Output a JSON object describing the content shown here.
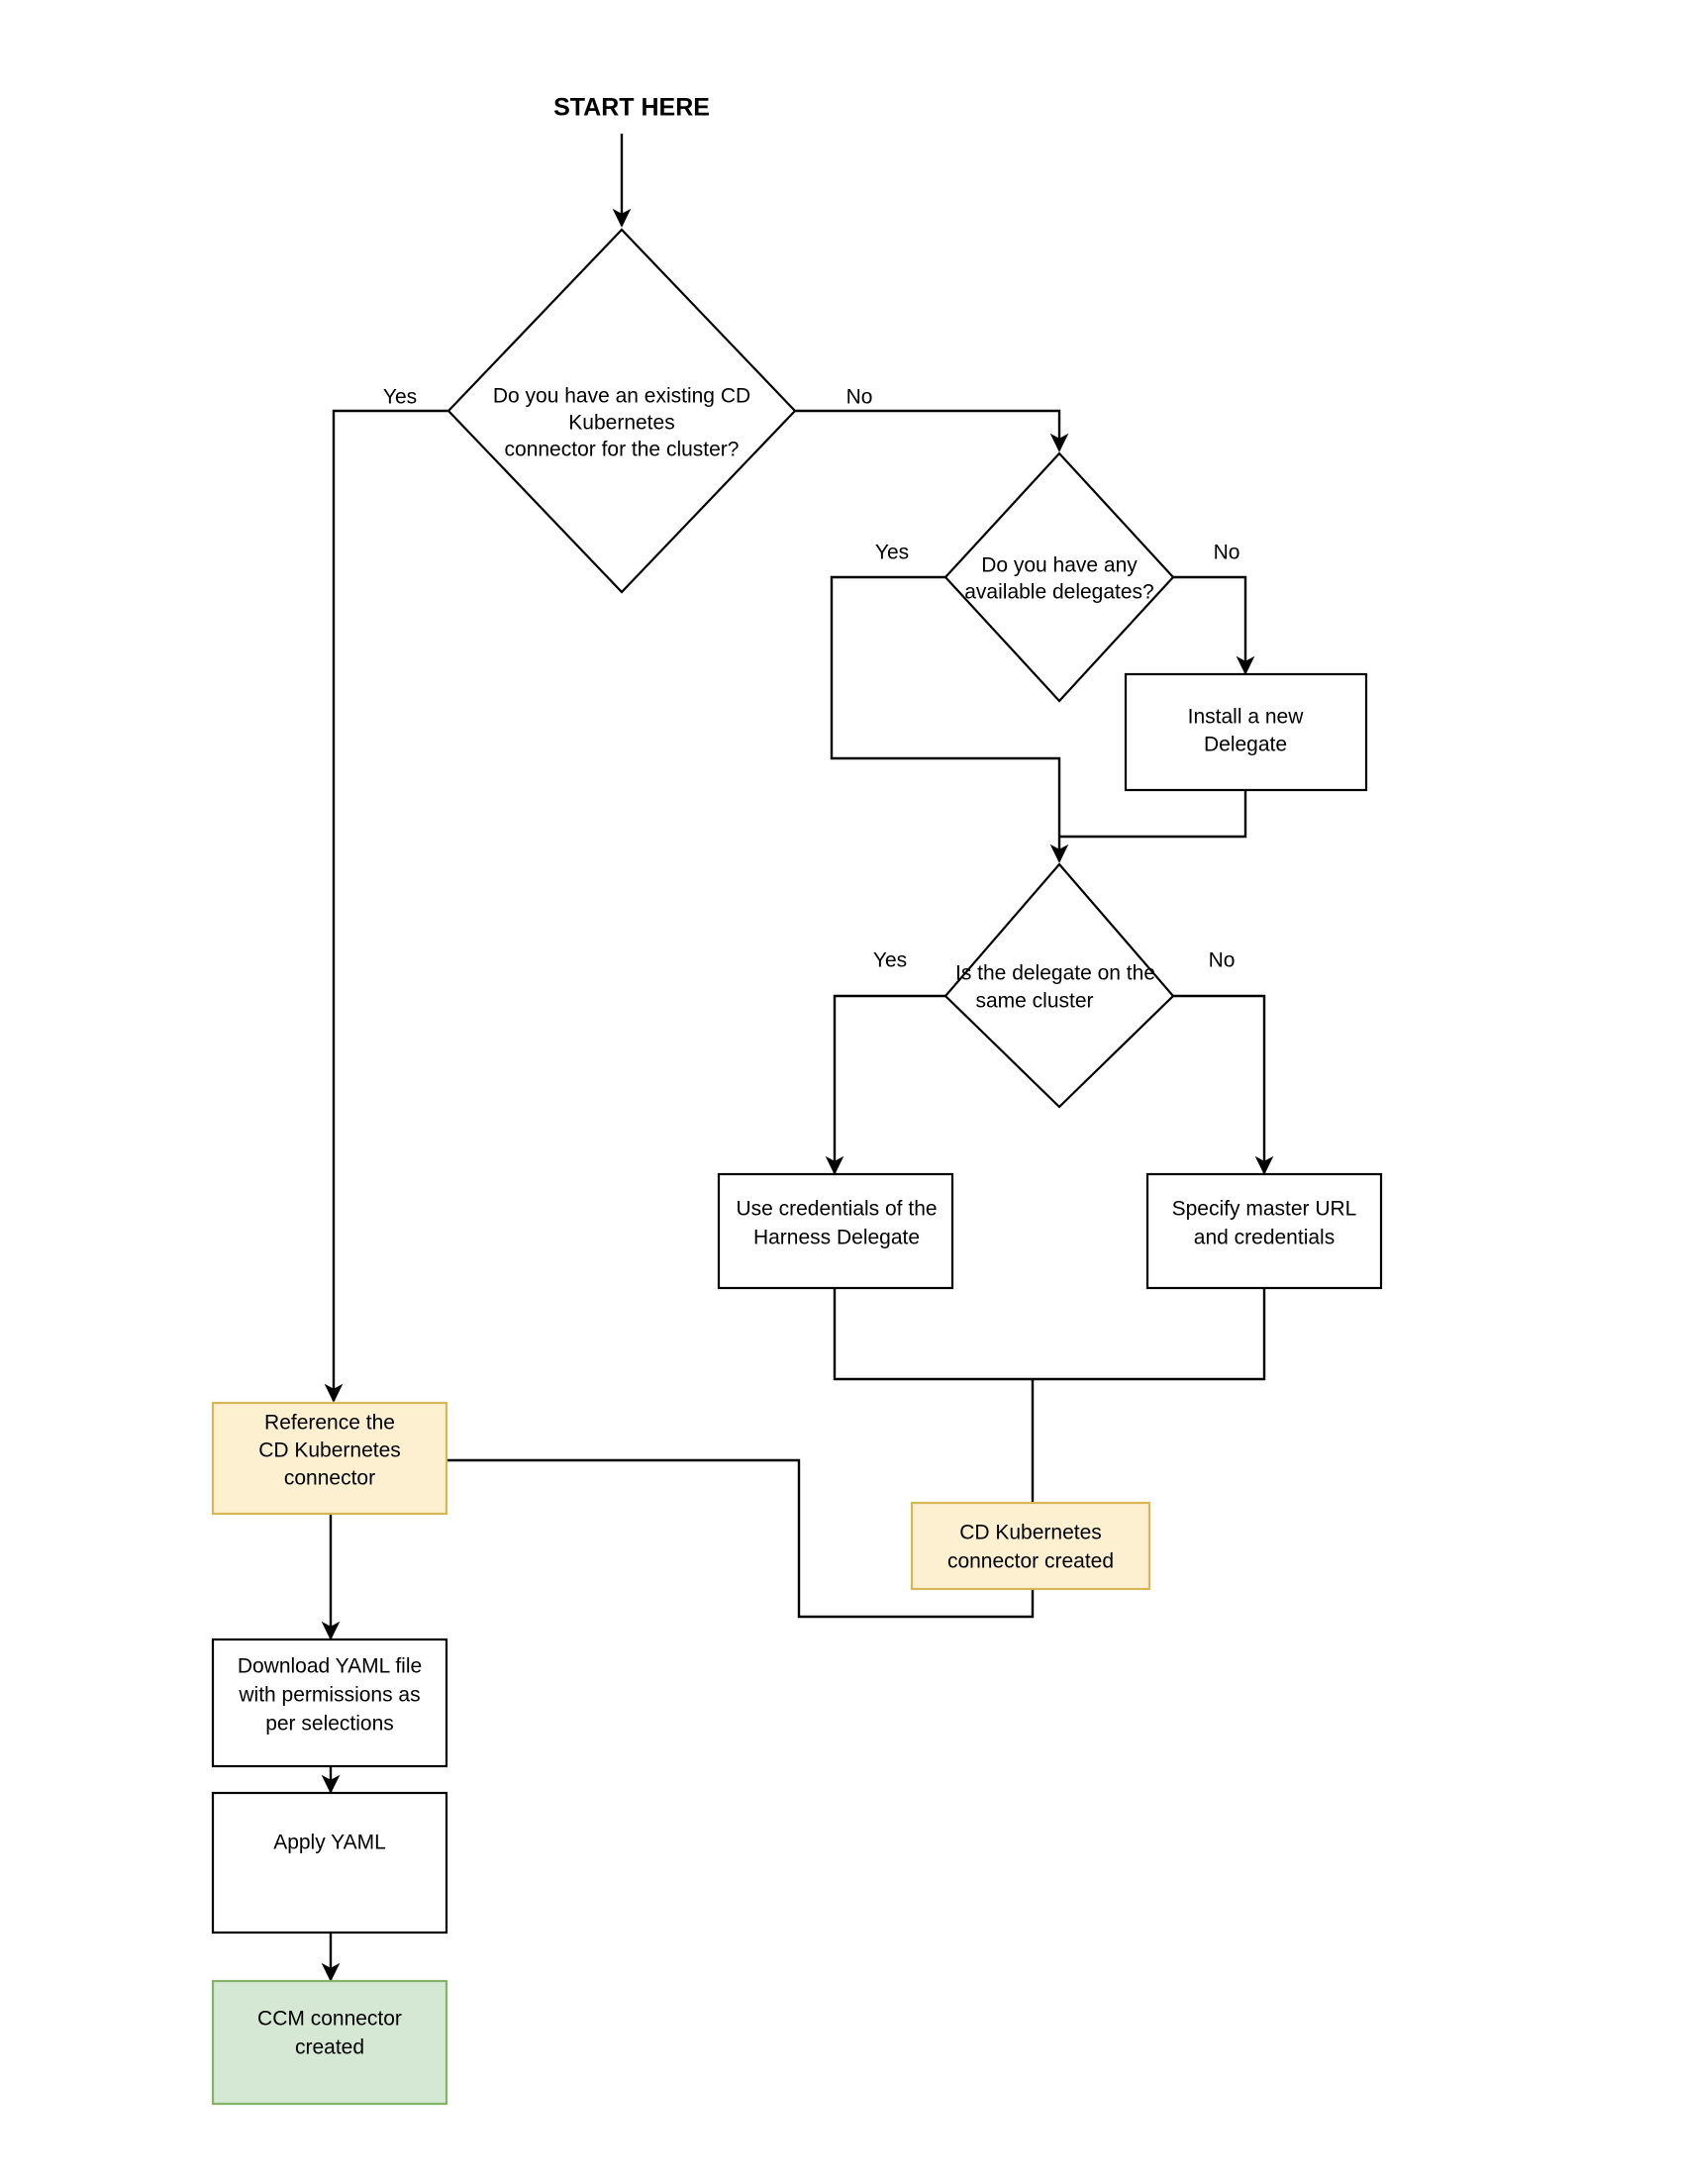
{
  "diagram": {
    "title": "START HERE",
    "type": "flowchart",
    "colors": {
      "orange_fill": "#fdf0d0",
      "orange_stroke": "#d6b656",
      "green_fill": "#d5e8d4",
      "green_stroke": "#82b366",
      "default_fill": "#ffffff",
      "default_stroke": "#000000",
      "background": "#ffffff"
    },
    "nodes": {
      "start": {
        "label": "START HERE"
      },
      "decision_existing_connector": {
        "line1": "Do you have an existing CD",
        "line2": "Kubernetes",
        "line3": "connector for the cluster?"
      },
      "decision_available_delegates": {
        "line1": "Do you have any",
        "line2": "available delegates?"
      },
      "install_delegate": {
        "line1": "Install a new",
        "line2": "Delegate"
      },
      "decision_same_cluster": {
        "line1": "Is the delegate on the",
        "line2": "same cluster"
      },
      "use_delegate_credentials": {
        "line1": "Use credentials of the",
        "line2": "Harness Delegate"
      },
      "specify_master_url": {
        "line1": "Specify master URL",
        "line2": "and credentials"
      },
      "reference_connector": {
        "line1": "Reference the",
        "line2": "CD Kubernetes",
        "line3": "connector"
      },
      "cd_connector_created": {
        "line1": "CD Kubernetes",
        "line2": "connector created"
      },
      "download_yaml": {
        "line1": "Download YAML file",
        "line2": "with permissions as",
        "line3": "per selections"
      },
      "apply_yaml": {
        "line1": "Apply YAML"
      },
      "ccm_connector_created": {
        "line1": "CCM connector",
        "line2": "created"
      }
    },
    "edge_labels": {
      "existing_yes": "Yes",
      "existing_no": "No",
      "delegates_yes": "Yes",
      "delegates_no": "No",
      "same_cluster_yes": "Yes",
      "same_cluster_no": "No"
    }
  }
}
